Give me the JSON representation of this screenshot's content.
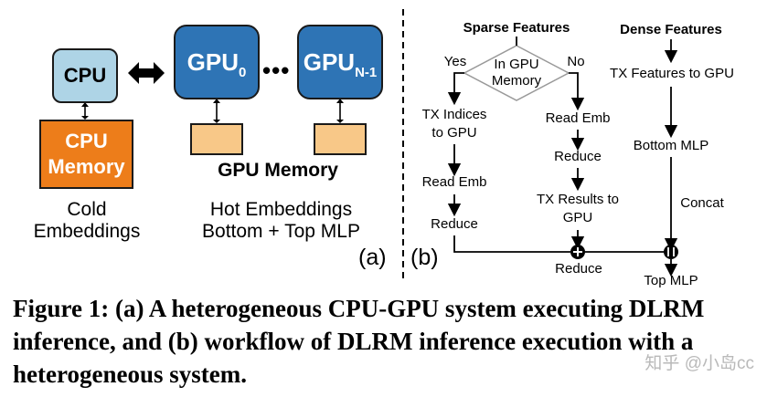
{
  "figure": {
    "part_a": {
      "cpu_label": "CPU",
      "gpu0_base": "GPU",
      "gpu0_sub": "0",
      "gpun_base": "GPU",
      "gpun_sub": "N-1",
      "dots": "•••",
      "cpu_memory_line1": "CPU",
      "cpu_memory_line2": "Memory",
      "gpu_memory_label": "GPU Memory",
      "cold_line1": "Cold",
      "cold_line2": "Embeddings",
      "hot_line1": "Hot Embeddings",
      "hot_line2": "Bottom + Top MLP",
      "panel_label": "(a)"
    },
    "part_b": {
      "sparse_features": "Sparse Features",
      "dense_features": "Dense Features",
      "yes": "Yes",
      "no": "No",
      "in_gpu_line1": "In GPU",
      "in_gpu_line2": "Memory",
      "tx_indices_line1": "TX Indices",
      "tx_indices_line2": "to GPU",
      "read_emb_left": "Read Emb",
      "reduce_left": "Reduce",
      "read_emb_mid": "Read Emb",
      "reduce_mid": "Reduce",
      "tx_results_line1": "TX Results to",
      "tx_results_line2": "GPU",
      "tx_features": "TX Features to GPU",
      "bottom_mlp": "Bottom MLP",
      "concat": "Concat",
      "reduce_bottom": "Reduce",
      "top_mlp": "Top MLP",
      "panel_label": "(b)"
    },
    "caption": "Figure 1: (a) A heterogeneous CPU-GPU system executing DLRM inference, and (b) workflow of DLRM inference execution with a heterogeneous system.",
    "watermark": "知乎 @小岛cc"
  }
}
